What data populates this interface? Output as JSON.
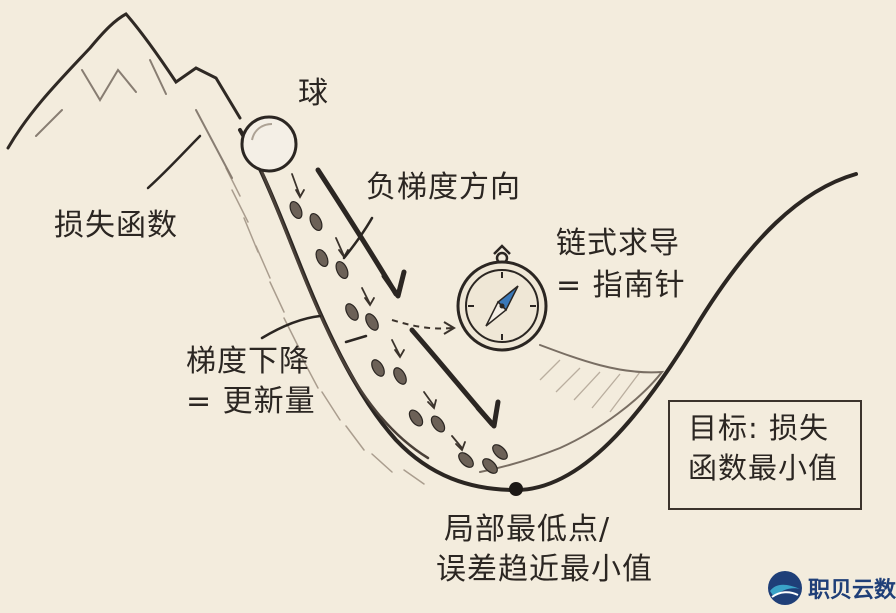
{
  "labels": {
    "ball": "球",
    "loss_function": "损失函数",
    "negative_gradient": "负梯度方向",
    "chain_rule_line1": "链式求导",
    "chain_rule_line2": "= 指南针",
    "gradient_descent_line1": "梯度下降",
    "gradient_descent_line2": "= 更新量",
    "goal_line1": "目标: 损失",
    "goal_line2": "函数最小值",
    "local_min_line1": "局部最低点/",
    "local_min_line2": "误差趋近最小值"
  },
  "brand": {
    "name": "职贝云数"
  },
  "colors": {
    "background": "#f3ecdd",
    "ink": "#2b2622",
    "ball_fill": "#f4efe6",
    "brand_blue": "#1f3f78",
    "brand_teal": "#3aa3c7"
  },
  "icons": [
    "ball",
    "footprint",
    "compass",
    "minimum-dot",
    "arrow"
  ]
}
